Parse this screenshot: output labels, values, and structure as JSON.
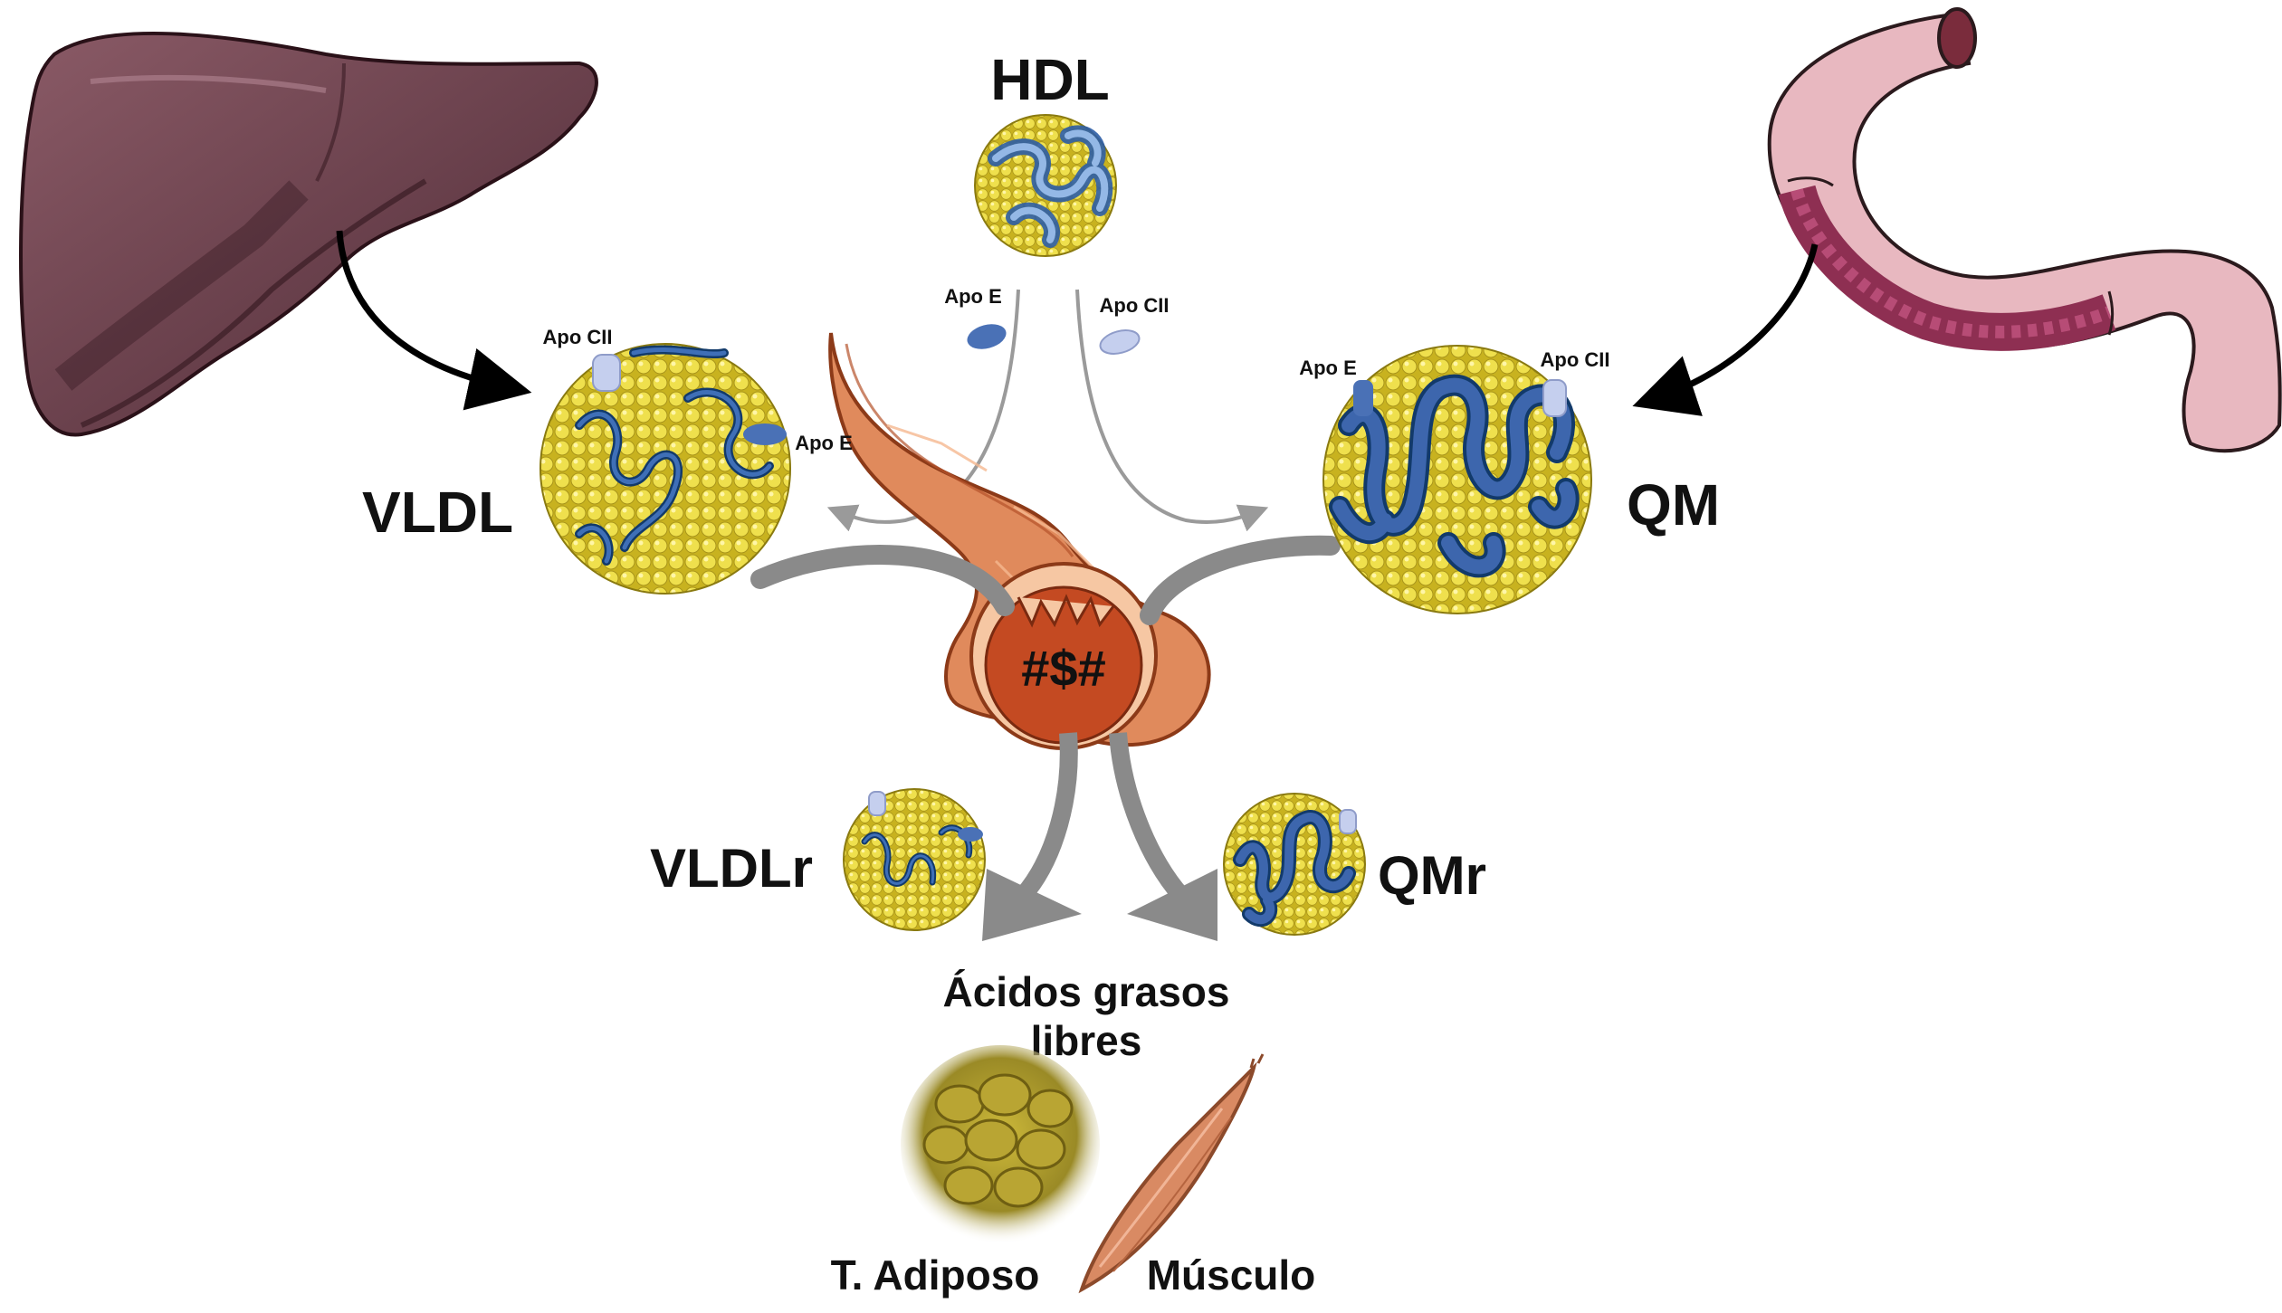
{
  "labels": {
    "hdl": "HDL",
    "vldl": "VLDL",
    "qm": "QM",
    "vldlr": "VLDLr",
    "qmr": "QMr",
    "center": "#$#",
    "apo_e_top": "Apo E",
    "apo_cii_top": "Apo CII",
    "apo_cii_vldl": "Apo CII",
    "apo_e_vldl": "Apo E",
    "apo_e_qm": "Apo E",
    "apo_cii_qm": "Apo CII",
    "acidos_line1": "Ácidos grasos",
    "acidos_line2": "libres",
    "adiposo": "T. Adiposo",
    "musculo": "Músculo"
  },
  "colors": {
    "liver": "#6e4450",
    "liver_dark": "#3f222b",
    "intestine_outer": "#e8b8c0",
    "intestine_inner": "#8e2f52",
    "lipid_yellow": "#e9d63b",
    "apoprotein_blue": "#3d66ad",
    "apoprotein_light": "#b9c8ea",
    "pancreas_orange": "#c9542c",
    "pancreas_light": "#f2b48b",
    "arrow_gray": "#8a8a8a",
    "muscle": "#d98a63",
    "adipose": "#b8a52a"
  },
  "icons": [
    "liver-icon",
    "intestine-icon",
    "hdl-particle",
    "vldl-particle",
    "qm-particle",
    "vldlr-particle",
    "qmr-particle",
    "pancreas-gland-icon",
    "adipose-tissue-icon",
    "muscle-icon",
    "apo-e-icon",
    "apo-cii-icon"
  ]
}
